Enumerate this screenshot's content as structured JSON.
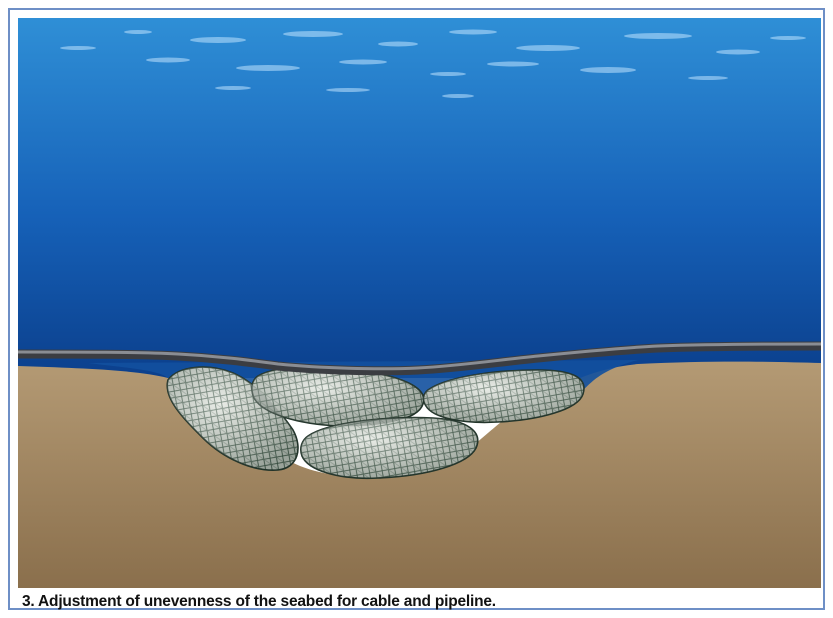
{
  "caption": "3. Adjustment of unevenness of the seabed for cable and pipeline.",
  "colors": {
    "frame_border": "#6e8fc6",
    "water_top": "#2f8fd6",
    "water_bottom": "#0b3f8c",
    "seabed_top": "#b49a74",
    "seabed_bottom": "#8a6f4c",
    "pipe": "#5b5d62",
    "net": "#2f4a3a",
    "rock_fill": "#d9ded6"
  },
  "icons": {
    "water": "sea-water",
    "seabed": "sand-seabed",
    "bags": "filter-unit-rock-bags",
    "pipe": "cable-pipeline"
  }
}
